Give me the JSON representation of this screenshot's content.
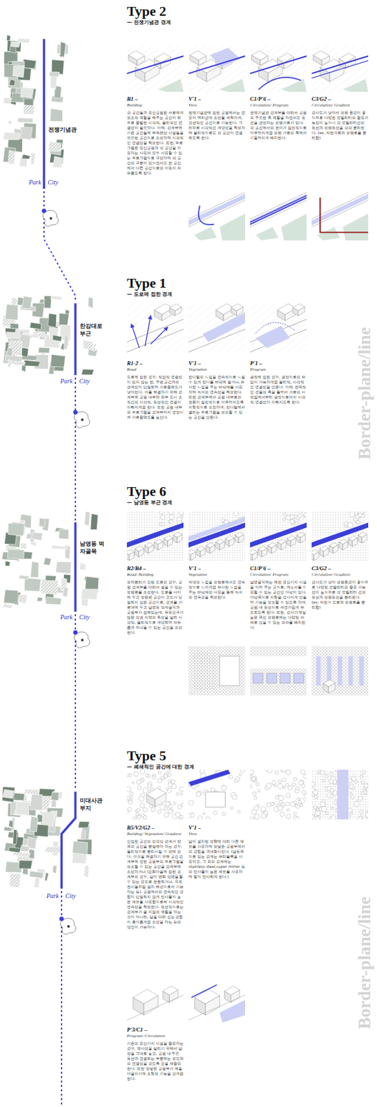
{
  "diagram": {
    "labels": [
      "Type 2",
      "— 전쟁기념관 경계",
      "B1 –",
      "Building",
      "각 공간들과 용산공원은 서로에게 보조적 역할을 해주는 공간이 되므로 활발한 시각적, 물리적인 연결성이 필요하다. 이에, 경계부에 기존 공간들에 부족했던 시설들을 위요된 공간으로 조성하여 시각적인 연결성을 확보한다. 또한, 프로그램은 용산공원과 각 공간을 이용하는 사용자 모두 사용할 수 있는 프로그램으로 구성하여 각 공간의 구분이 없으면서도 한 공간에서 다른 공간으로의 이동이 자유롭도록 한다.",
      "V'1 –",
      "View",
      "전쟁기념관에 접한 공원에서는 연못이 여러군데 조성될 계획이며, 경관적인 공간으로 기능한다. 그러므로 시각적인 개방성을 확보하여 물리적으로도 각 공간이 연결되도록 한다.",
      "C1/P'6 –",
      "Circulation/ Program",
      "전쟁기념관 경계부를 따라서 공원의 주요한 축 역할을 하면서도 동선을 관장하는 보행가로가 있다. 각 공간에서의 전이가 점진적으로 이루어지게끔 보행 가로의 축에서 기울어지게 배치한다.",
      "C3/G2 –",
      "Circulation/ Gradient",
      "경사도가 낮아서 보행 환경이 좋으므로 다양한 모빌리티의 활용가능성이 높으니 각 모빌리티간의 동선과 보행동선을 각각 분리한다. (ex. 자전거로와 보행로를 분리함)",
      "Type 1",
      "— 도로에 접한 경계",
      "R1-2 –",
      "Road",
      "도로에 접한 경우, 직접적 연결성이 있지 않는 한, 주변 공간과의 관계성이 단절되어 가로활력도가 낮아진다. 이를 해결하기 위해 경계부에 공원 내부와 외부 도시 조직간의 시각적, 동선적인 연결이 이뤄지게끔 한다. 또한 공원 내부의 프로그램을 경계부까지 연장시켜 가로활력도를 높인다.",
      "V'1 –",
      "Vegetation",
      "잔디밭의 느낌을 연속적으로 느낄 수 있게 잔디를 바닥에 깔거나, 유사한 느낌을 주는 바닥재를 사용하여 녹지의 연속성을 확보한다. 또한 경계부에서 공원 내부로의 전환이 점진적으로 이루어지도록 지형적으로 조정하며, 잔디밭에서 열리는 프로그램을 보조할 수 있는 공간을 만든다.",
      "P'1 –",
      "Program",
      "광장에 접한 경우, 광장으로의 유입이 가능하게끔 물리적, 시각적인 연결성을 만든다. 이에, 전체적인 건물의 축을 틀어서 가로의 시작점에서부터 광장으로까지 시각적 연결성이 이뤄지도록 한다.",
      "Type 6",
      "— 남영동 부근 경계",
      "R2/B4 –",
      "Road/ Building",
      "보차분리가 안된 도로의 경우, 공원 경계부를 따라서 걸을 수 있는 보행로를 조성한다. 도로를 사이에 두고 맞은편 공간이 고도가 단절되지 않은 공간으로, 경계를 가로대에 두고 남영동 먹자골목과 공원부가 접해있는데, 유동인구가 많은 상권 지역의 특성을 살려 시각적, 물리적으로 개방되어 자유롭게 드나들 수 있는 공간을 조성한다.",
      "V'1 –",
      "Vegetation",
      "자생의 느낌을 보행로에서도 연속적으로 느끼게끔 유사한 느낌을 주는 바닥재의 사용을 통해 녹지의 연속성을 확보한다.",
      "C1/P'6 –",
      "Circulation/ Program",
      "남영골목에는 예전 용산기지 시설을 이어 주는 곳으로, 캐노피를 수용할 수 있는 공간인 마당이 있다. 마당쪽으로 지형을 경사지게 만들어 기능을 보조할 수 있도록 하며, 공원 내 동선으로 자연스럽게 유도되도록 한다. 또한, 경사가 제일 높은 쪽인 보행로에는 다양한 자세로 앉을 수 있는 의자를 배치한다.",
      "C3/G2 –",
      "Circulation/ Gradient",
      "경사도가 낮아 보행환경이 좋으므로 다양한 모빌리티의 활용 가능성이 높으므로 각 모빌리티 간의 동선과 보행동선을 분리한다. (ex. 자전거 도로와 보행로를 분리함)",
      "Type 5",
      "— 폐쇄적인 공간에 대한 경계",
      "B5/V2/G2 –",
      "Building/ Vegetation/ Gradient",
      "인접한 공간의 성격상 경계가 양쪽의 공간을 분절해야 하는 경우, 물리적으로 분리시킬 수 밖에 없다. 이것을 해결하기 위해 공간 경계부에 면한 공원부의 프로그램을 보조할 수 있는 공간을 경계부에 조성하거나 (문화마을에 접한 경계부의 경우, 담이 영화 상영을 할 수 있는 용도로 전환되거나, 옥외 전시물처럼 설치 배경으로서 기능하는 등), 공원에서의 연속적인 경험이 단절되지 않게 반사율이 높은 재료를 사용함으로써 시각적인 연속성을 확보한다. 동선적으로는 경계부가 끝 지점의 역할을 하는 것이 아니라, 담을 따라 걷는 경험이 흥미롭게끔 조성을 하는 등의 방안이 가능하다.",
      "V'1 –",
      "View",
      "담이 설치된 방향에 따라 다른 재료를 사용하여 맞닿은 공원부에서의 경험을 극대화시킨다. (남동쪽으로 있는 경계는 유리블록을 사용하고, 그 외의 경계에는 stainless steel,super mirror 등의 반사율이 높은 재료를 사용하여 빛이 반사되게 한다.)",
      "P'3/C1 –",
      "Program /Circulation",
      "기존의 용산기지 시설을 활용하는 경우, 역사성을 살리기 위해서 담장을 그대로 놓고, 공원 내 주요 동선과 연결되는 부분에는 보도와의 연결성을 갖도록 문을 재활용한다. 또한 맞닿은 공원부가 예술마을이기에 조형적 기능을 갖게끔 한다.",
      "전쟁기념관",
      "Park",
      "City",
      "한강대로 부근",
      "Park",
      "City",
      "남영동 먹자골목",
      "Park",
      "City",
      "미대사관 부지",
      "Park",
      "City",
      "Border-plane/line",
      "Border-plane/line"
    ]
  }
}
